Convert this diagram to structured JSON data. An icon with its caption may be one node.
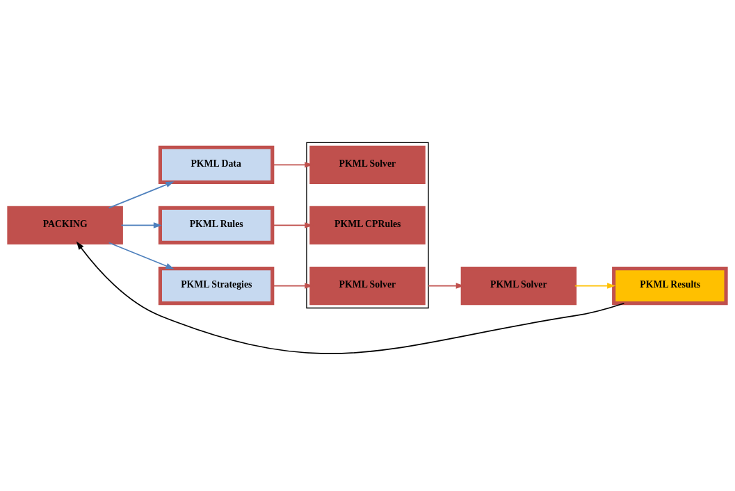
{
  "diagram": {
    "nodes": [
      {
        "text": [
          "PACKING"
        ]
      },
      {
        "text": [
          "PKML Data"
        ]
      },
      {
        "text": [
          "PKML Rules"
        ]
      },
      {
        "text": [
          "PKML Strategies"
        ]
      },
      {
        "text": [],
        "shape": "box"
      },
      {
        "text": [
          "PKML Solver"
        ],
        "in": 4
      },
      {
        "text": [
          "PKML CPRules"
        ],
        "in": 4
      },
      {
        "text": [
          "PKML Solver"
        ],
        "in": 4
      },
      {
        "text": [
          "PKML Solver"
        ]
      },
      {
        "text": [
          "PKML Results"
        ]
      }
    ],
    "edges": [
      {
        "from": 0,
        "to": 1,
        "arrow": "to",
        "color": "#4f81bd"
      },
      {
        "from": 0,
        "to": 2,
        "arrow": "to",
        "color": "#4f81bd"
      },
      {
        "from": 0,
        "to": 3,
        "arrow": "to",
        "color": "#4f81bd"
      },
      {
        "from": 1,
        "to": 5,
        "arrow": "to"
      },
      {
        "from": 2,
        "to": 6,
        "arrow": "to"
      },
      {
        "from": 3,
        "to": 7,
        "arrow": "to"
      },
      {
        "from": 4,
        "to": 8,
        "arrow": "to"
      },
      {
        "from": 8,
        "to": 9,
        "arrow": "to",
        "color": "#ffc000"
      },
      {
        "from": 9,
        "to": 0,
        "arrow": "to",
        "color": "#000000"
      }
    ]
  }
}
